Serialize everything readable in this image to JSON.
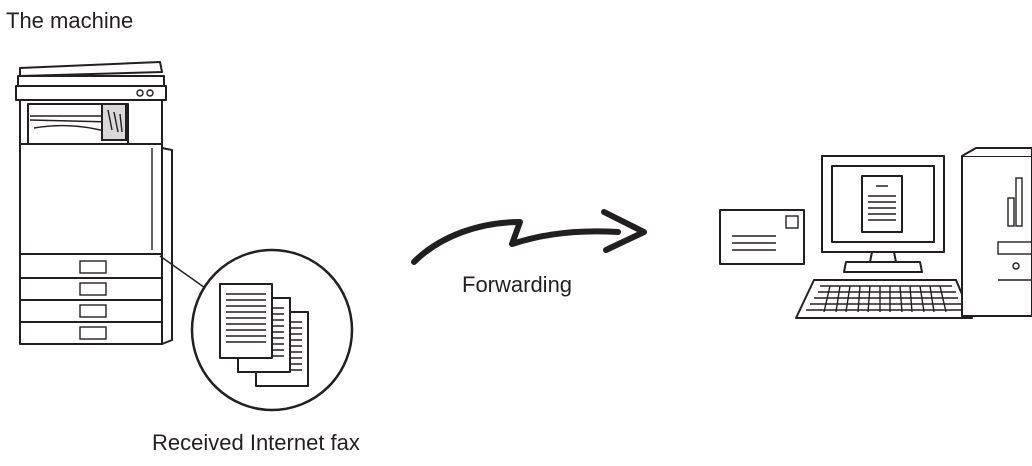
{
  "diagram": {
    "title": "The machine",
    "arrow_label": "Forwarding",
    "caption": "Received Internet fax"
  },
  "icons": [
    "printer-icon",
    "fax-documents-icon",
    "forwarding-arrow-icon",
    "envelope-icon",
    "computer-icon"
  ]
}
